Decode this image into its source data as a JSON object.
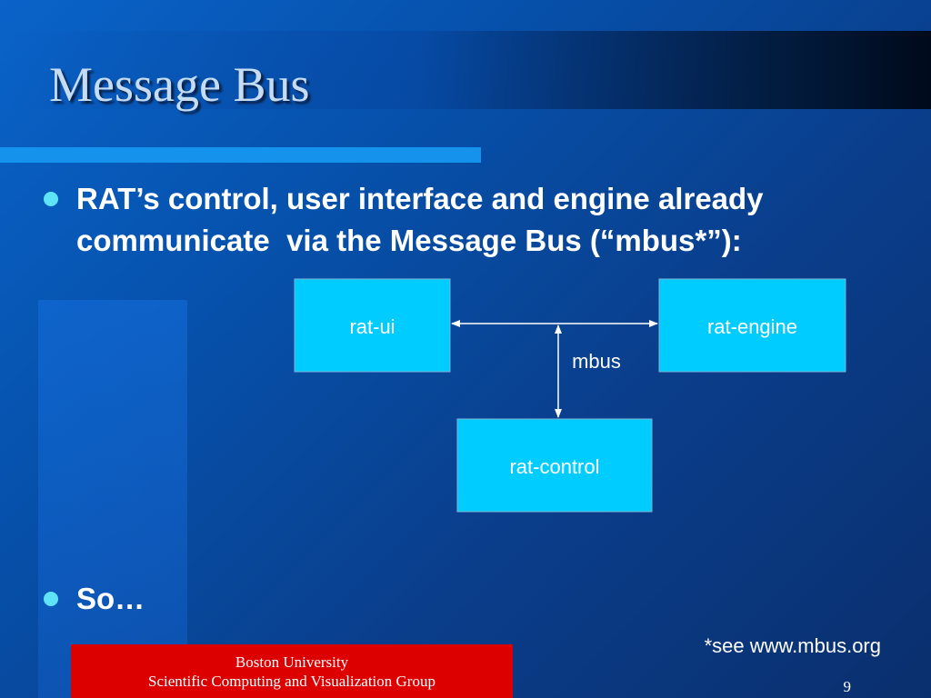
{
  "slide": {
    "title": "Message Bus",
    "bullets": [
      "RAT’s control, user interface and engine already communicate  via the Message Bus (“mbus*”):",
      "So…"
    ],
    "footnote": "*see www.mbus.org",
    "footer": {
      "line1": "Boston University",
      "line2": "Scientific Computing and Visualization Group"
    },
    "page_number": "9"
  },
  "diagram": {
    "nodes": [
      {
        "id": "rat-ui",
        "label": "rat-ui"
      },
      {
        "id": "rat-engine",
        "label": "rat-engine"
      },
      {
        "id": "rat-control",
        "label": "rat-control"
      }
    ],
    "edges": [
      {
        "from": "rat-ui",
        "to": "rat-engine",
        "directed": "both"
      },
      {
        "from": "mbus",
        "to": "rat-control",
        "directed": "both"
      }
    ],
    "bus_label": "mbus"
  },
  "colors": {
    "node_fill": "#00ccff",
    "bullet": "#5ee4f6",
    "footer": "#dc0000",
    "title_rule": "#1592ec"
  }
}
